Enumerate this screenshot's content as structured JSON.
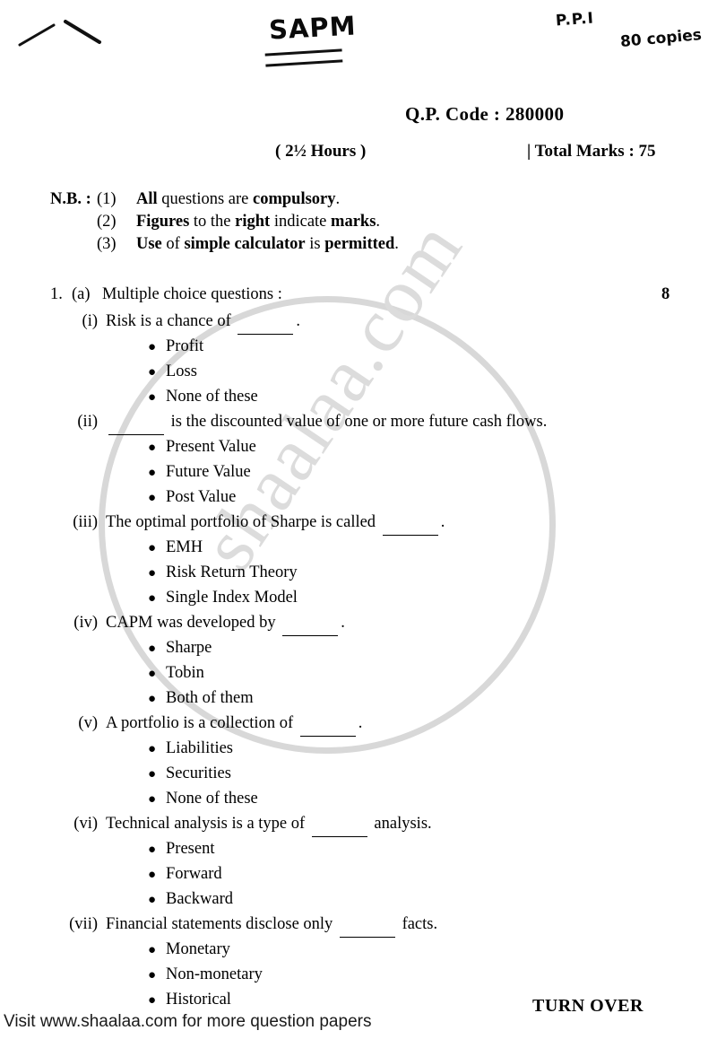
{
  "handwriting": {
    "subject": "SAPM",
    "ppi": "P.P.I",
    "copies": "80 copies",
    "tick_icon": "check-mark-icon"
  },
  "header": {
    "qp_code": "Q.P. Code : 280000",
    "duration": "( 2½ Hours )",
    "total_marks": "| Total Marks : 75"
  },
  "notes": {
    "label": "N.B. :",
    "items": [
      {
        "num": "(1)",
        "parts": [
          {
            "text": "All",
            "bold": true
          },
          {
            "text": " questions are ",
            "bold": false
          },
          {
            "text": "compulsory",
            "bold": true
          },
          {
            "text": ".",
            "bold": false
          }
        ]
      },
      {
        "num": "(2)",
        "parts": [
          {
            "text": "Figures",
            "bold": true
          },
          {
            "text": " to the ",
            "bold": false
          },
          {
            "text": "right",
            "bold": true
          },
          {
            "text": " indicate ",
            "bold": false
          },
          {
            "text": "marks",
            "bold": true
          },
          {
            "text": ".",
            "bold": false
          }
        ]
      },
      {
        "num": "(3)",
        "parts": [
          {
            "text": "Use",
            "bold": true
          },
          {
            "text": " of ",
            "bold": false
          },
          {
            "text": "simple calculator",
            "bold": true
          },
          {
            "text": " is ",
            "bold": false
          },
          {
            "text": "permitted",
            "bold": true
          },
          {
            "text": ".",
            "bold": false
          }
        ]
      }
    ]
  },
  "question": {
    "number": "1.",
    "sub": "(a)",
    "title": "Multiple choice questions :",
    "marks": "8",
    "mcqs": [
      {
        "rn": "(i)",
        "stem_before": "Risk is a chance of",
        "blank": true,
        "stem_after": ".",
        "options": [
          "Profit",
          "Loss",
          "None of these"
        ]
      },
      {
        "rn": "(ii)",
        "stem_before": "",
        "blank": true,
        "stem_after": "is the discounted value of one or more future cash flows.",
        "options": [
          "Present Value",
          "Future Value",
          "Post Value"
        ]
      },
      {
        "rn": "(iii)",
        "stem_before": "The optimal portfolio of Sharpe is called",
        "blank": true,
        "stem_after": ".",
        "options": [
          "EMH",
          "Risk Return Theory",
          "Single Index Model"
        ]
      },
      {
        "rn": "(iv)",
        "stem_before": "CAPM was developed by",
        "blank": true,
        "stem_after": ".",
        "options": [
          "Sharpe",
          "Tobin",
          "Both of them"
        ]
      },
      {
        "rn": "(v)",
        "stem_before": "A portfolio is a collection of",
        "blank": true,
        "stem_after": ".",
        "options": [
          "Liabilities",
          "Securities",
          "None of these"
        ]
      },
      {
        "rn": "(vi)",
        "stem_before": "Technical analysis is a type of",
        "blank": true,
        "stem_after": "analysis.",
        "options": [
          "Present",
          "Forward",
          "Backward"
        ]
      },
      {
        "rn": "(vii)",
        "stem_before": "Financial statements disclose only",
        "blank": true,
        "stem_after": "facts.",
        "options": [
          "Monetary",
          "Non-monetary",
          "Historical"
        ]
      }
    ]
  },
  "footer": {
    "turn_over": "TURN OVER",
    "site": "Visit www.shaalaa.com for more question papers"
  },
  "watermark": {
    "text": "shaalaa.com",
    "color": "#dcdcdc"
  }
}
